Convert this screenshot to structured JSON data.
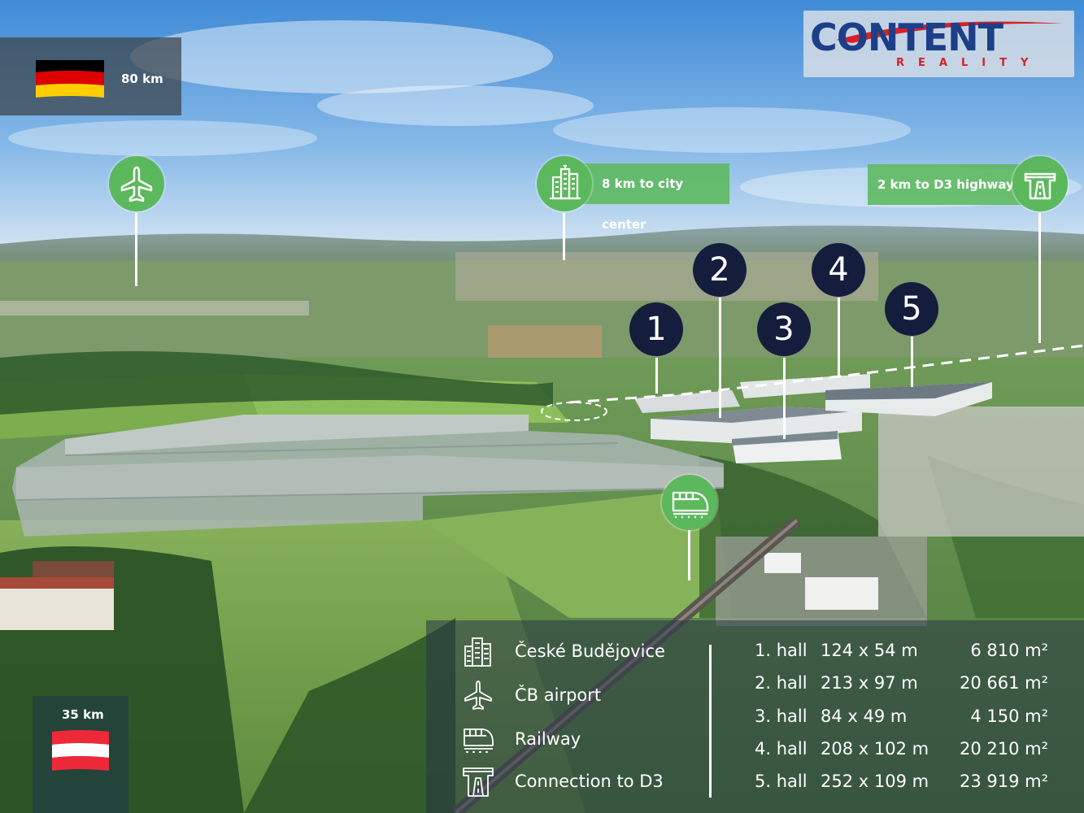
{
  "germany": {
    "distance": "80 km",
    "flag_colors": [
      "#000000",
      "#dd0000",
      "#ffce00"
    ]
  },
  "austria": {
    "distance": "35 km",
    "flag_colors": [
      "#ed2939",
      "#ffffff",
      "#ed2939"
    ]
  },
  "logo": {
    "main": "CONTENT",
    "sub": "REALITY",
    "colors": {
      "main": "#1c3f88",
      "accent": "#d62026"
    }
  },
  "pins": {
    "airport": {
      "icon": "airplane-icon"
    },
    "city": {
      "icon": "buildings-icon",
      "label": "8 km to city center"
    },
    "highway": {
      "icon": "highway-icon",
      "label": "2 km to D3 highway"
    },
    "railway": {
      "icon": "train-icon"
    }
  },
  "hall_markers": [
    "1",
    "2",
    "3",
    "4",
    "5"
  ],
  "legend": [
    {
      "icon": "buildings-icon",
      "label": "České Budějovice"
    },
    {
      "icon": "airplane-icon",
      "label": "ČB airport"
    },
    {
      "icon": "train-icon",
      "label": "Railway"
    },
    {
      "icon": "highway-icon",
      "label": "Connection to D3"
    }
  ],
  "halls": [
    {
      "name": "1. hall",
      "dims": "124 x 54 m",
      "area": "6 810 m²"
    },
    {
      "name": "2. hall",
      "dims": "213 x 97 m",
      "area": "20 661 m²"
    },
    {
      "name": "3. hall",
      "dims": "84 x 49 m",
      "area": "4 150 m²"
    },
    {
      "name": "4. hall",
      "dims": "208 x 102 m",
      "area": "20 210 m²"
    },
    {
      "name": "5. hall",
      "dims": "252 x 109 m",
      "area": "23 919 m²"
    }
  ],
  "colors": {
    "pin_green": "#5cb85c",
    "marker_navy": "#151d3d"
  }
}
